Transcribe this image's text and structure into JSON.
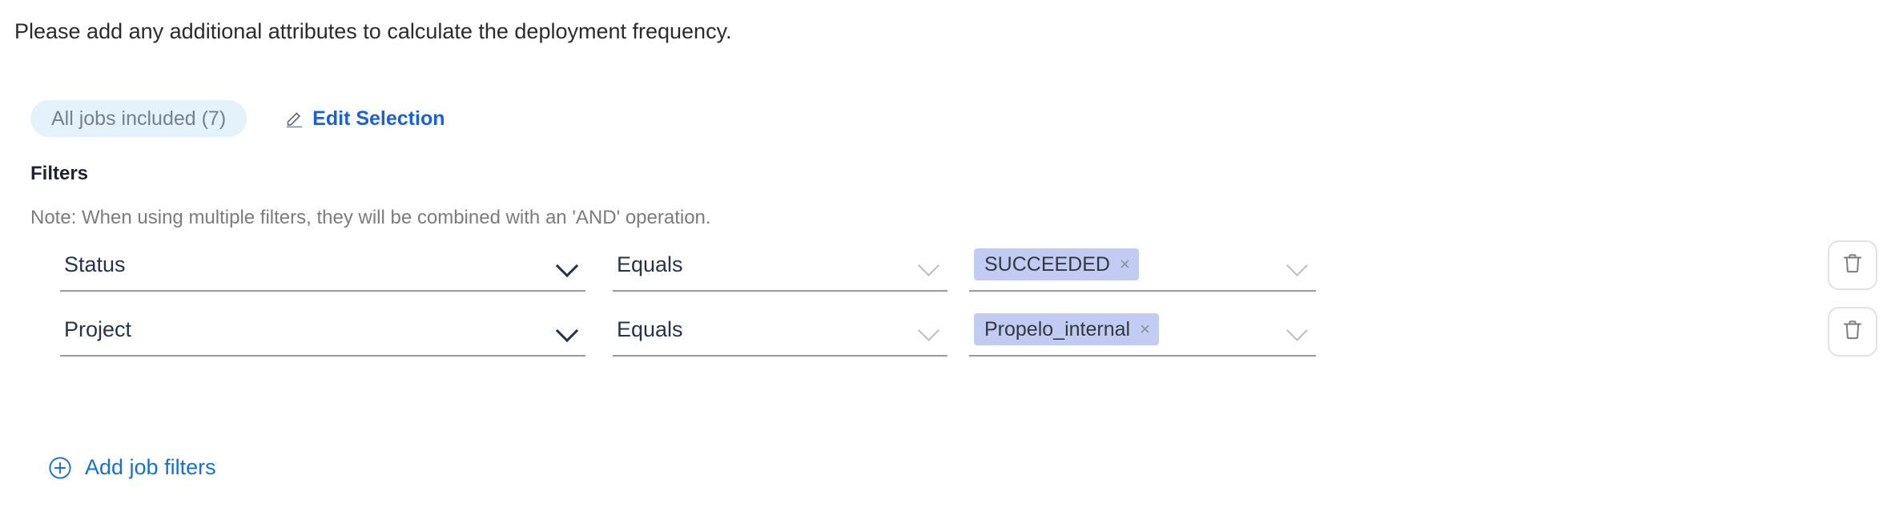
{
  "intro": {
    "text": "Please add any additional attributes to calculate the deployment frequency."
  },
  "selection": {
    "chip_label": "All jobs included (7)",
    "edit_label": "Edit Selection",
    "edit_icon": "pencil-icon",
    "chip_bg": "#e3f2fb",
    "link_color": "#1b5fd9"
  },
  "filters": {
    "title": "Filters",
    "note": "Note: When using multiple filters, they will be combined with an 'AND' operation.",
    "rows": [
      {
        "attribute": "Status",
        "operator": "Equals",
        "values": [
          {
            "label": "SUCCEEDED",
            "remove_icon": "×"
          }
        ],
        "delete_icon": "trash-icon"
      },
      {
        "attribute": "Project",
        "operator": "Equals",
        "values": [
          {
            "label": "Propelo_internal",
            "remove_icon": "×"
          }
        ],
        "delete_icon": "trash-icon"
      }
    ],
    "tag_bg": "#c2cbf2"
  },
  "add_filters": {
    "label": "Add job filters",
    "icon": "plus-circle-icon",
    "color": "#1471cf"
  }
}
